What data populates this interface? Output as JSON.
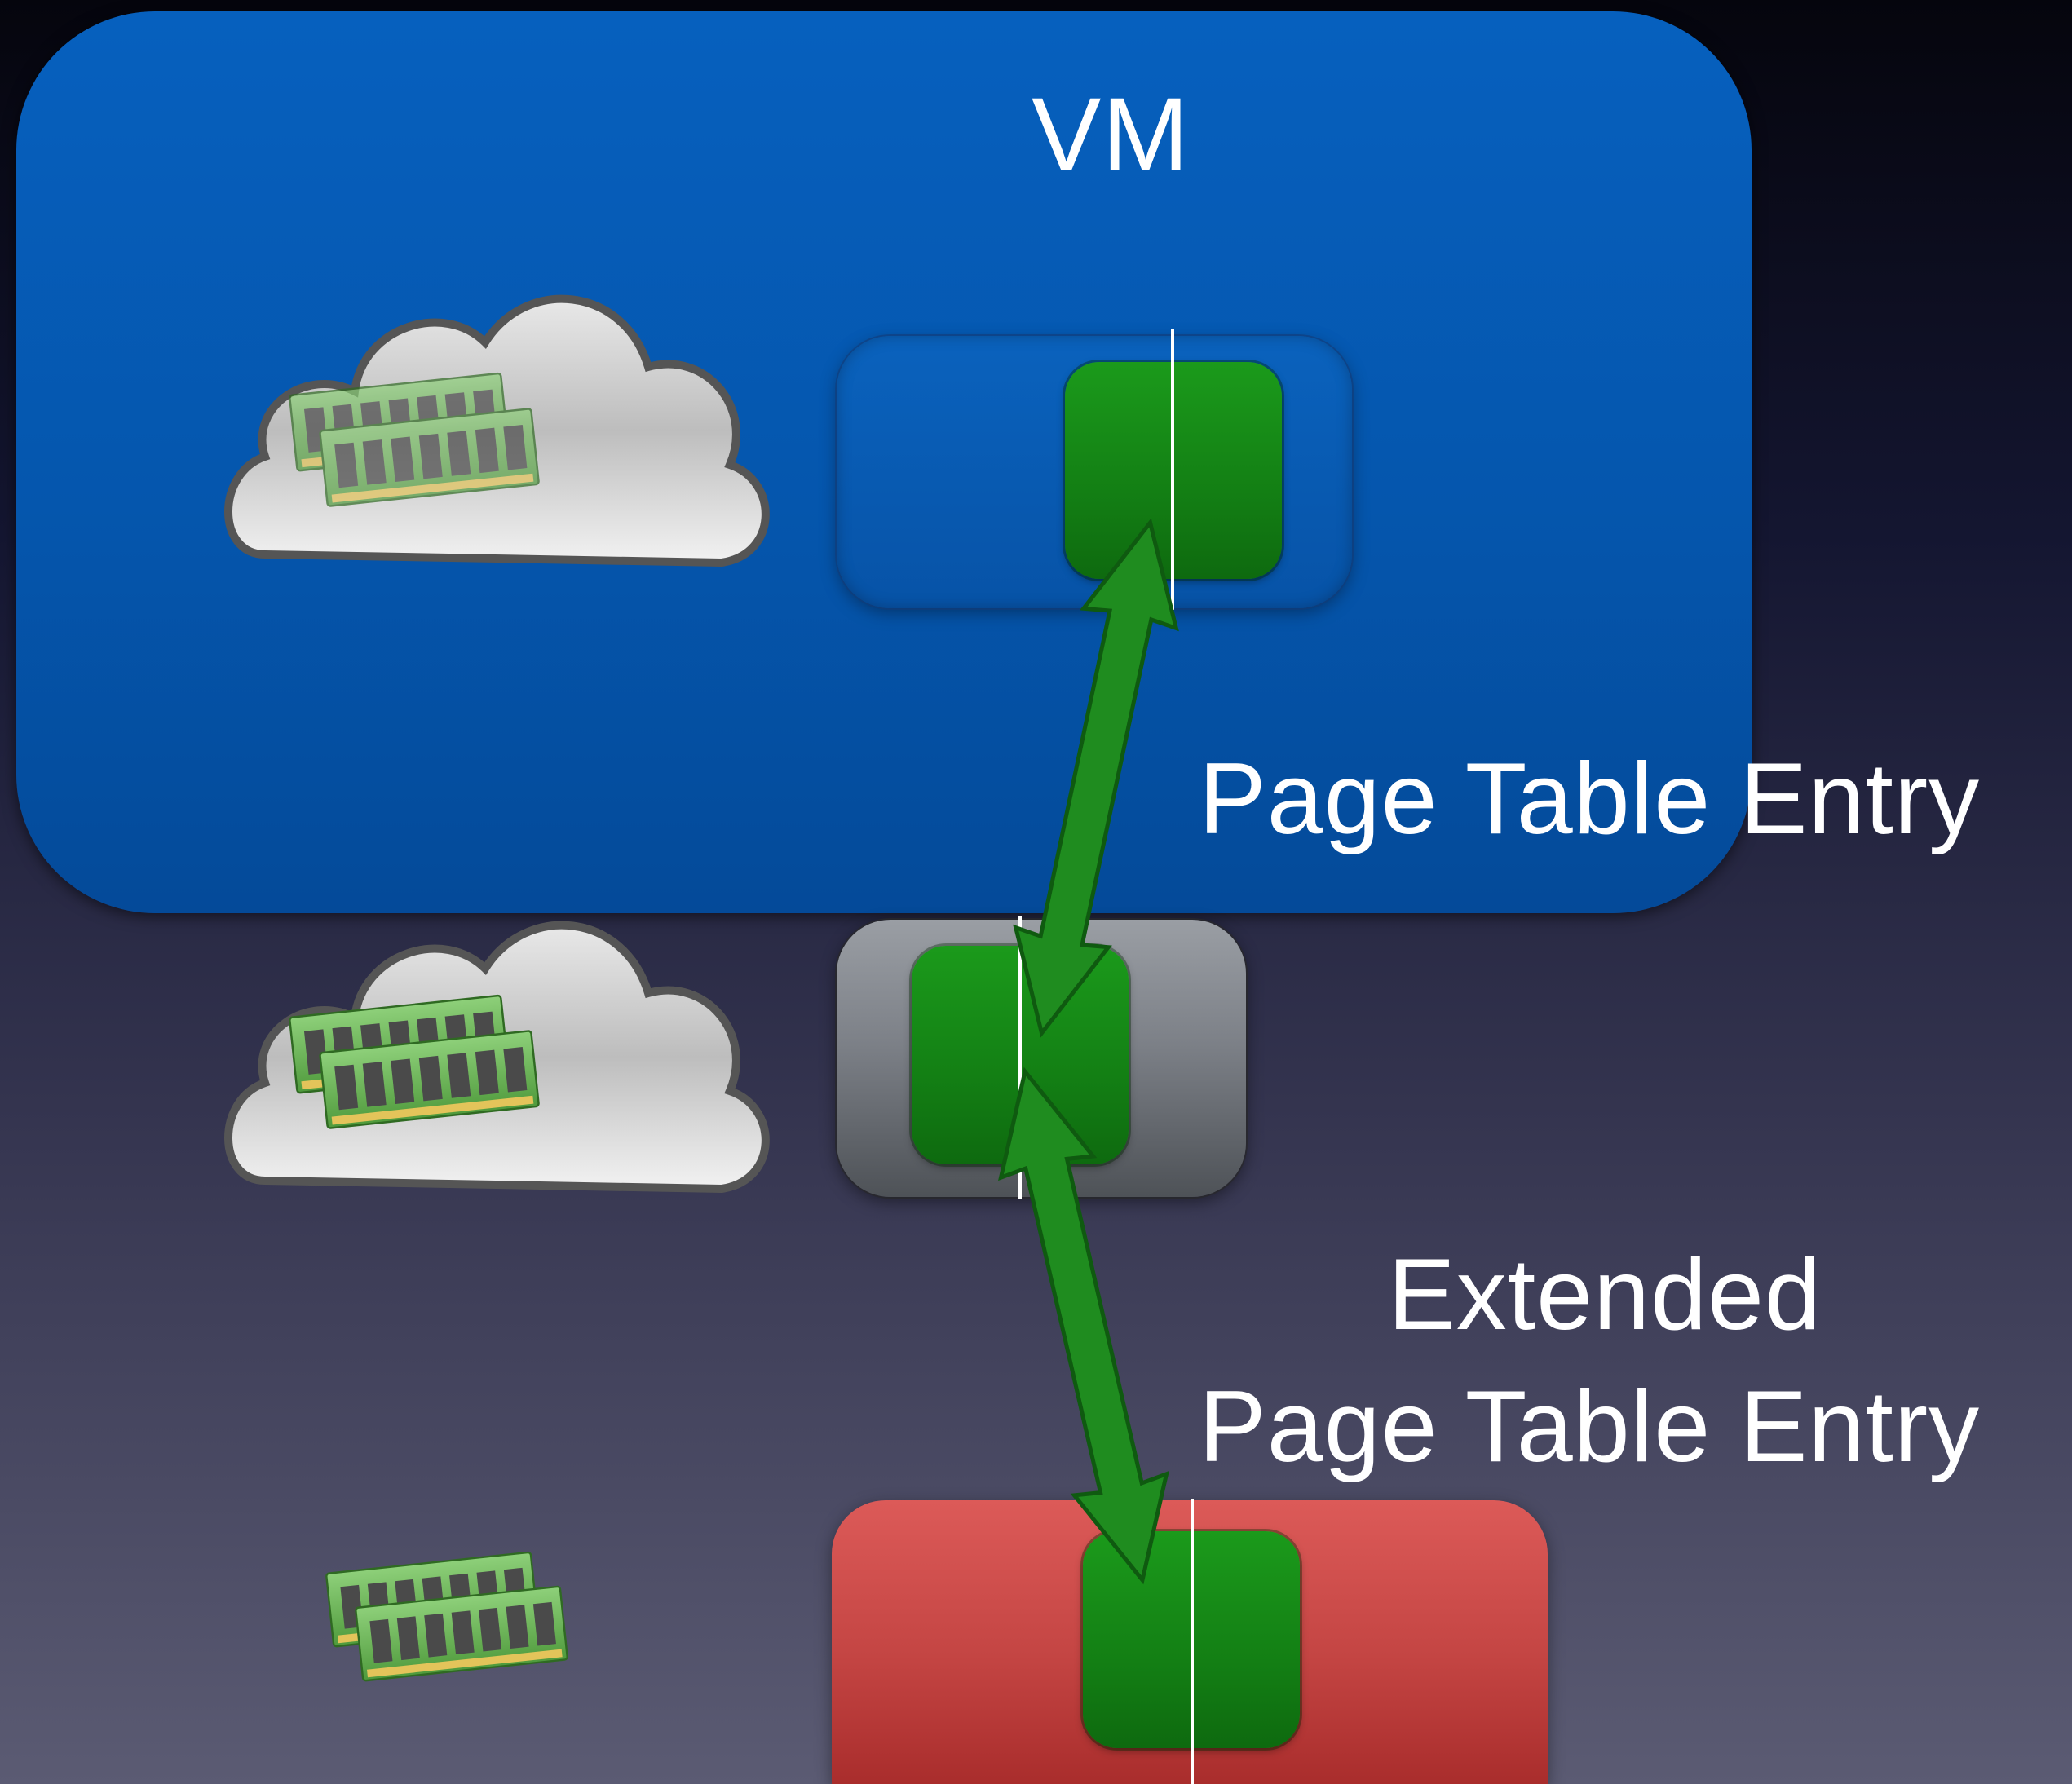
{
  "vm": {
    "title": "VM"
  },
  "labels": {
    "page_table_entry": "Page Table Entry",
    "extended_line1": "Extended",
    "extended_line2": "Page Table Entry"
  },
  "layers": [
    {
      "name": "guest-virtual-memory",
      "row_color": "#0660be",
      "icon": "cloud-memory-icon"
    },
    {
      "name": "guest-physical-memory",
      "row_color": "#7c8087",
      "icon": "cloud-memory-icon"
    },
    {
      "name": "host-physical-memory",
      "row_color": "#c44543",
      "icon": "memory-modules-icon"
    }
  ],
  "colors": {
    "page": "#137f14",
    "arrow": "#1e8a1e",
    "vm_box": "#0556ad"
  }
}
